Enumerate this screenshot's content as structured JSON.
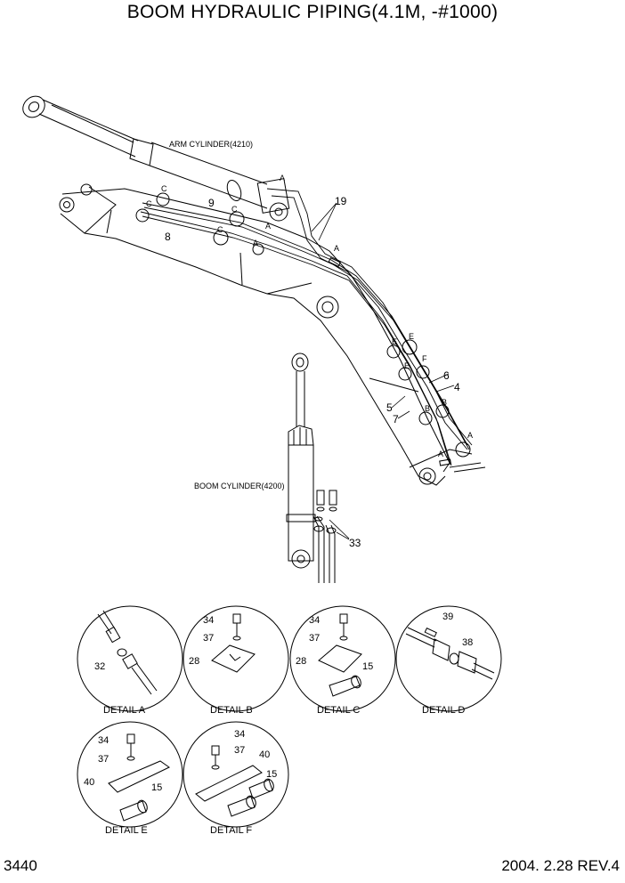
{
  "title": "BOOM HYDRAULIC PIPING(4.1M, -#1000)",
  "page_number": "3440",
  "revision": "2004. 2.28  REV.4",
  "components": {
    "arm_cylinder": "ARM CYLINDER(4210)",
    "boom_cylinder": "BOOM CYLINDER(4200)"
  },
  "callouts": {
    "n19": "19",
    "n9": "9",
    "n8": "8",
    "n6": "6",
    "n4": "4",
    "n5": "5",
    "n7": "7",
    "n33": "33",
    "c1": "C",
    "c2": "C",
    "c3": "C",
    "c4": "C",
    "a1": "A",
    "a2": "A",
    "a3": "A",
    "a4": "A",
    "a5": "A",
    "a6": "A",
    "e1": "E",
    "e2": "E",
    "e3": "E",
    "f1": "F",
    "b1": "B",
    "b2": "B"
  },
  "details": {
    "a": {
      "caption": "DETAIL A",
      "n32": "32"
    },
    "b": {
      "caption": "DETAIL B",
      "n34": "34",
      "n37": "37",
      "n28": "28"
    },
    "c": {
      "caption": "DETAIL C",
      "n34": "34",
      "n37": "37",
      "n28": "28",
      "n15": "15"
    },
    "d": {
      "caption": "DETAIL D",
      "n39": "39",
      "n38": "38"
    },
    "e": {
      "caption": "DETAIL E",
      "n34": "34",
      "n37": "37",
      "n40": "40",
      "n15": "15"
    },
    "f": {
      "caption": "DETAIL F",
      "n34": "34",
      "n37": "37",
      "n40": "40",
      "n15": "15"
    }
  }
}
